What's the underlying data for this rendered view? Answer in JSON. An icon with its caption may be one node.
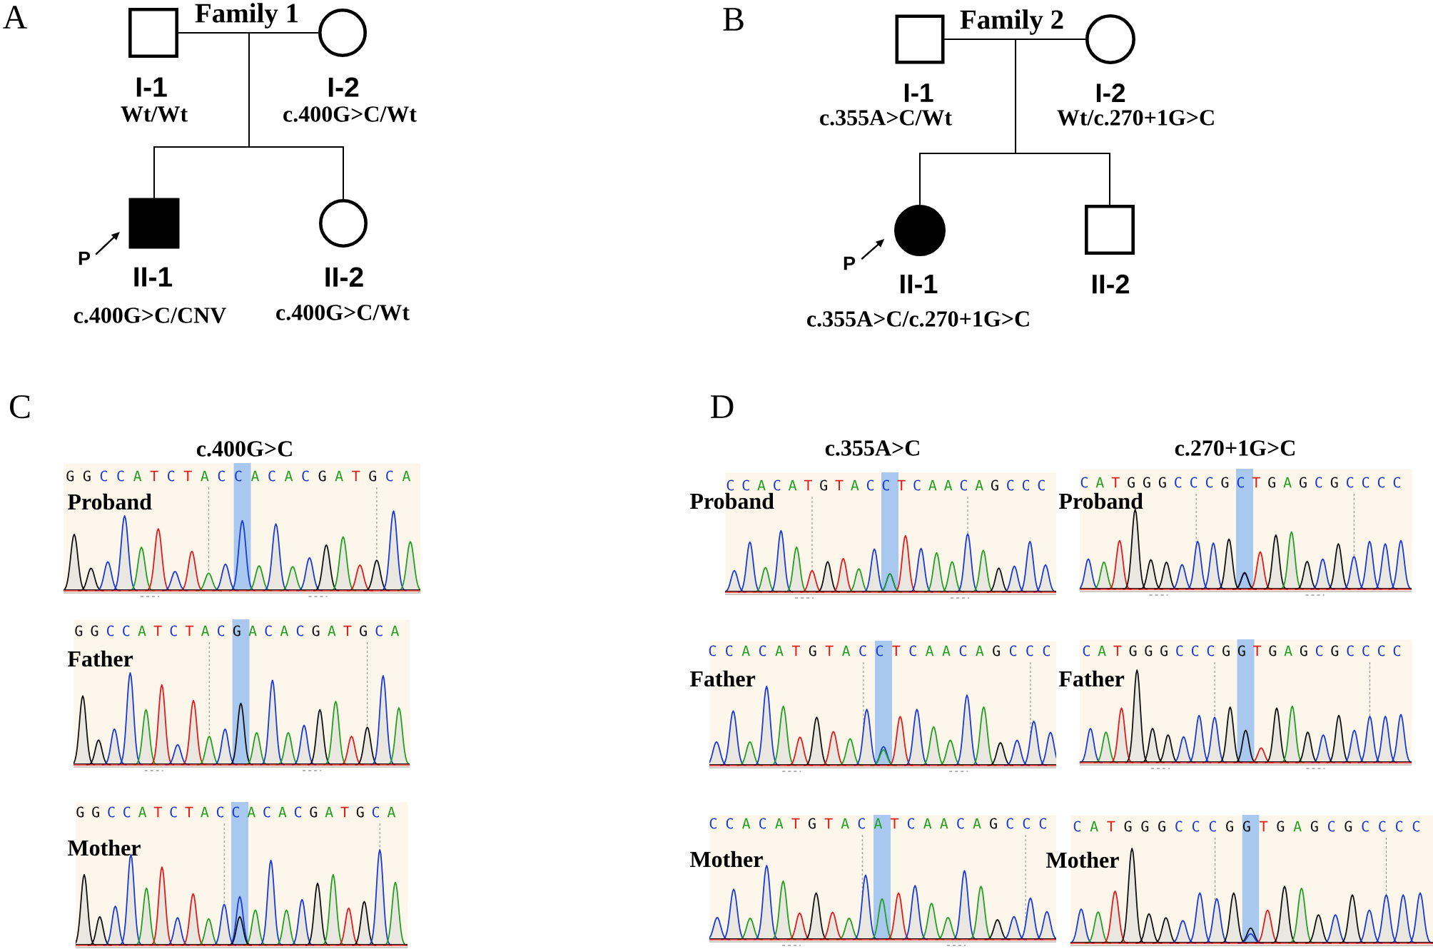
{
  "diagram": {
    "nodes": [
      {
        "text": [],
        "shape": "box",
        "beside": [
          "I-1",
          "Wt/Wt"
        ]
      },
      {
        "text": [],
        "shape": "circle",
        "beside": [
          "I-2",
          "c.400G>C/Wt"
        ]
      },
      {
        "text": [
          "P"
        ]
      },
      {
        "text": [],
        "shape": "box",
        "beside": [
          "II-1",
          "c.400G>C/CNV"
        ]
      },
      {
        "text": [],
        "shape": "circle",
        "beside": [
          "II-2",
          "c.400G>C/Wt"
        ]
      },
      {
        "text": [],
        "shape": "box",
        "beside": [
          "I-1",
          "c.355A>C/Wt"
        ]
      },
      {
        "text": [],
        "shape": "circle",
        "beside": [
          "I-2",
          "Wt/c.270+1G>C"
        ]
      },
      {
        "text": [
          "P"
        ]
      },
      {
        "text": [],
        "shape": "circle",
        "beside": [
          "II-1",
          "c.355A>C/c.270+1G>C"
        ]
      },
      {
        "text": [],
        "shape": "box",
        "beside": [
          "II-2"
        ]
      },
      {
        "text": [
          "G G C C A T C T A C C A C A C G A T G C A",
          "Proband"
        ]
      },
      {
        "text": [
          "C C A C A T G T A C C T C A A C A G C C C",
          "Proband"
        ]
      },
      {
        "text": [
          "C A T G G G C C C G C T G A G C G C C C C",
          "Proband"
        ]
      },
      {
        "text": [
          "G G C C A T C T A C G A C A C G A T G C A",
          "Father"
        ]
      },
      {
        "text": [
          "C C A C A T G T A C C T C A A C A G C C C",
          "Father"
        ]
      },
      {
        "text": [
          "C A T G G G C C C G G T G A G C G C C C C",
          "Father"
        ]
      },
      {
        "text": [
          "G G C C A T C T A C C A C A C G A T G C A",
          "Mother"
        ]
      },
      {
        "text": [
          "C C A C A T G T A C A T C A A C A G C C C",
          "Mother"
        ]
      },
      {
        "text": [
          "C A T G G G C C C G G T G A G C G C C C C",
          "Mother"
        ]
      }
    ],
    "edges": [
      {
        "from": 0,
        "to": 1,
        "arrow": "none"
      },
      {
        "from": 0,
        "to": 3,
        "arrow": "none"
      },
      {
        "from": 1,
        "to": 3,
        "arrow": "none"
      },
      {
        "from": 0,
        "to": 4,
        "arrow": "none"
      },
      {
        "from": 1,
        "to": 4,
        "arrow": "none"
      },
      {
        "from": 2,
        "to": 3,
        "arrow": "to"
      },
      {
        "from": 5,
        "to": 6,
        "arrow": "none"
      },
      {
        "from": 5,
        "to": 8,
        "arrow": "none"
      },
      {
        "from": 6,
        "to": 8,
        "arrow": "none"
      },
      {
        "from": 5,
        "to": 9,
        "arrow": "none"
      },
      {
        "from": 6,
        "to": 9,
        "arrow": "none"
      },
      {
        "from": 7,
        "to": 8,
        "arrow": "to"
      }
    ],
    "labels": [
      "A",
      "Family 1",
      "B",
      "Family 2",
      "C",
      "D",
      "c.400G>C",
      "c.355A>C",
      "c.270+1G>C"
    ]
  }
}
